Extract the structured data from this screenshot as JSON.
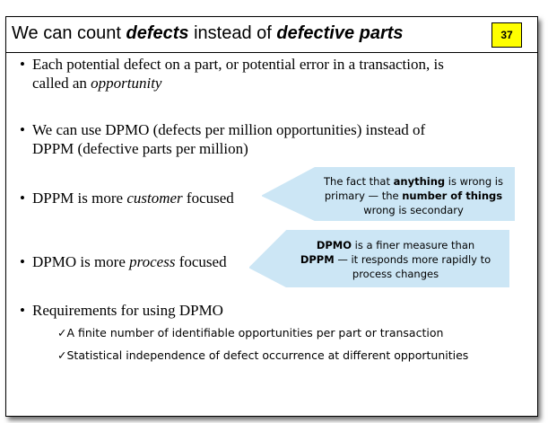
{
  "title": {
    "part1": "We can count ",
    "em1": "defects",
    "part2": " instead of ",
    "em2": "defective parts"
  },
  "page_number": "37",
  "bullets": {
    "b1": {
      "line1": "Each potential defect on a part, or potential error in a transaction, is",
      "line2_pre": "called an ",
      "line2_em": "opportunity"
    },
    "b2": {
      "line1": "We can use DPMO (defects per million opportunities) instead of",
      "line2": "DPPM (defective parts per million)"
    },
    "b3": {
      "pre": "DPPM is more ",
      "em": "customer",
      "post": " focused"
    },
    "b4": {
      "pre": "DPMO is more ",
      "em": "process",
      "post": " focused"
    },
    "b5": {
      "text": "Requirements for using DPMO"
    }
  },
  "sub_items": [
    "A finite number of identifiable opportunities per part or transaction",
    "Statistical independence of defect occurrence at different opportunities"
  ],
  "callouts": {
    "c1": {
      "l1_pre": "The fact that ",
      "l1_bold": "anything",
      "l1_post": " is wrong is",
      "l2_pre": "primary — the ",
      "l2_bold": "number of things",
      "l3": "wrong is secondary"
    },
    "c2": {
      "l1_bold": "DPMO",
      "l1_post": " is a finer measure than",
      "l2_bold": "DPPM",
      "l2_post": " — it responds more rapidly to",
      "l3": "process changes"
    }
  },
  "colors": {
    "badge": "#ffff00",
    "callout_fill": "#cce6f5"
  }
}
